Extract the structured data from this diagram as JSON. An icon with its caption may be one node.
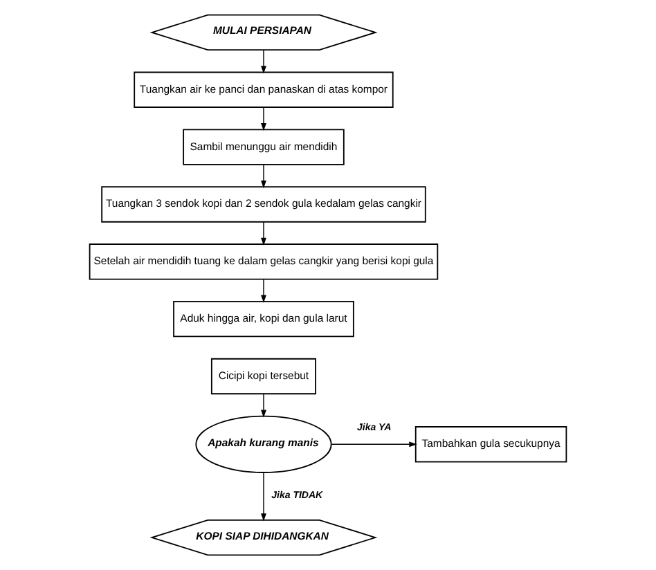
{
  "diagram": {
    "nodes": [
      {
        "text": [
          "MULAI PERSIAPAN"
        ]
      },
      {
        "text": [
          "Tuangkan air ke panci dan panaskan di atas kompor"
        ]
      },
      {
        "text": [
          "Sambil menunggu air mendidih"
        ]
      },
      {
        "text": [
          "Tuangkan 3 sendok kopi dan 2 sendok gula kedalam gelas cangkir"
        ]
      },
      {
        "text": [
          "Setelah air mendidih tuang ke dalam gelas cangkir yang berisi kopi gula"
        ]
      },
      {
        "text": [
          "Aduk hingga air, kopi dan gula larut"
        ]
      },
      {
        "text": [
          "Cicipi kopi tersebut"
        ]
      },
      {
        "text": [
          "Apakah kurang manis"
        ]
      },
      {
        "text": [
          "Tambahkan gula secukupnya"
        ]
      },
      {
        "text": [
          "KOPI SIAP DIHIDANGKAN"
        ]
      }
    ],
    "edges": [
      {
        "from": 0,
        "to": 1,
        "arrow": "to"
      },
      {
        "from": 1,
        "to": 2,
        "arrow": "to"
      },
      {
        "from": 2,
        "to": 3,
        "arrow": "to"
      },
      {
        "from": 3,
        "to": 4,
        "arrow": "to"
      },
      {
        "from": 4,
        "to": 5,
        "arrow": "to"
      },
      {
        "from": 6,
        "to": 7,
        "arrow": "to"
      },
      {
        "from": 7,
        "to": 8,
        "arrow": "to",
        "label": "Jika YA"
      },
      {
        "from": 7,
        "to": 9,
        "arrow": "to",
        "label": "Jika TIDAK"
      }
    ]
  }
}
